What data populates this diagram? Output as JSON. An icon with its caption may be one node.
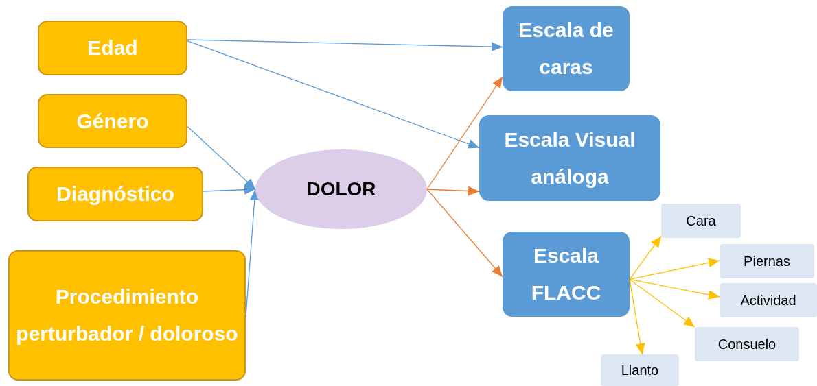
{
  "diagram": {
    "nodes": [
      {
        "text": [
          "Edad"
        ]
      },
      {
        "text": [
          "Género"
        ]
      },
      {
        "text": [
          "Diagnóstico"
        ]
      },
      {
        "text": [
          "Procedimiento perturbador / doloroso"
        ]
      },
      {
        "text": [
          "DOLOR"
        ]
      },
      {
        "text": [
          "Escala de caras"
        ]
      },
      {
        "text": [
          "Escala Visual análoga"
        ]
      },
      {
        "text": [
          "Escala FLACC"
        ]
      },
      {
        "text": [
          "Cara"
        ]
      },
      {
        "text": [
          "Piernas"
        ]
      },
      {
        "text": [
          "Actividad"
        ]
      },
      {
        "text": [
          "Consuelo"
        ]
      },
      {
        "text": [
          "Llanto"
        ]
      }
    ],
    "edges": [
      {
        "from": 0,
        "to": 5,
        "arrow": "to"
      },
      {
        "from": 0,
        "to": 6,
        "arrow": "to"
      },
      {
        "from": 1,
        "to": 4,
        "arrow": "to"
      },
      {
        "from": 2,
        "to": 4,
        "arrow": "to"
      },
      {
        "from": 3,
        "to": 4,
        "arrow": "to"
      },
      {
        "from": 4,
        "to": 5,
        "arrow": "to",
        "color": "#ed7d31"
      },
      {
        "from": 4,
        "to": 6,
        "arrow": "to",
        "color": "#ed7d31"
      },
      {
        "from": 4,
        "to": 7,
        "arrow": "to",
        "color": "#ed7d31"
      },
      {
        "from": 7,
        "to": 8,
        "arrow": "to",
        "color": "#ffc000"
      },
      {
        "from": 7,
        "to": 9,
        "arrow": "to",
        "color": "#ffc000"
      },
      {
        "from": 7,
        "to": 10,
        "arrow": "to",
        "color": "#ffc000"
      },
      {
        "from": 7,
        "to": 11,
        "arrow": "to",
        "color": "#ffc000"
      },
      {
        "from": 7,
        "to": 12,
        "arrow": "to",
        "color": "#ffc000"
      }
    ]
  }
}
